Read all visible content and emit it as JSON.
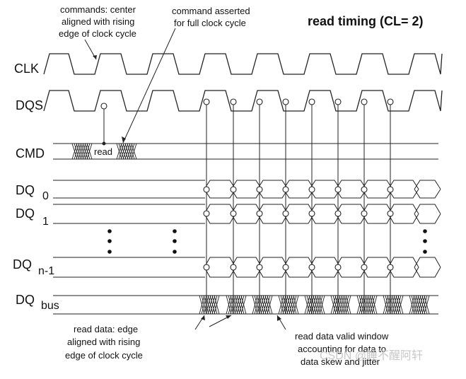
{
  "title": "read timing (CL= 2)",
  "signals": {
    "clk": "CLK",
    "dqs": "DQS",
    "cmd": "CMD",
    "dq0_main": "DQ",
    "dq0_sub": "0",
    "dq1_main": "DQ",
    "dq1_sub": "1",
    "dqn_main": "DQ",
    "dqn_sub": "n-1",
    "dqbus_main": "DQ",
    "dqbus_sub": "bus"
  },
  "cmd_label": "read",
  "annotations": {
    "commands": [
      "commands: center",
      "aligned with rising",
      "edge of clock cycle"
    ],
    "asserted": [
      "command asserted",
      "for full clock cycle"
    ],
    "read_data": [
      "read data: edge",
      "aligned with rising",
      "edge of clock cycle"
    ],
    "valid_window": [
      "read data valid window",
      "accounting for data to",
      "data skew and jitter"
    ]
  },
  "watermark": "CSDN @睡不醒阿轩"
}
